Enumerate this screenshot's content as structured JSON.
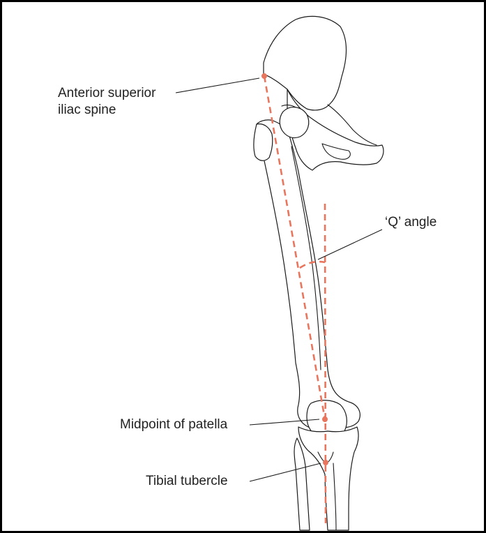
{
  "labels": {
    "asis_line1": "Anterior superior",
    "asis_line2": "iliac spine",
    "q_angle": "‘Q’ angle",
    "patella": "Midpoint of patella",
    "tibial": "Tibial tubercle"
  },
  "colors": {
    "axis_line": "#e8765e",
    "bone_outline": "#1a1a1a",
    "frame_border": "#000000"
  }
}
